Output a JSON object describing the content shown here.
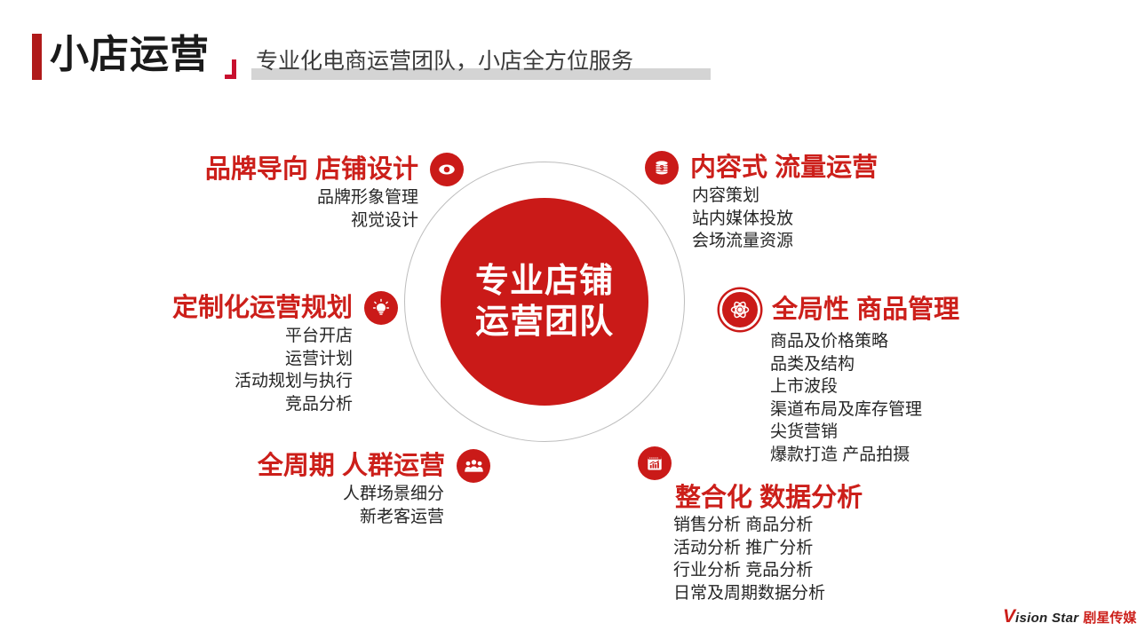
{
  "header": {
    "title": "小店运营",
    "subtitle": "专业化电商运营团队，小店全方位服务",
    "accent_color": "#b01a1a",
    "bracket_color": "#c8102e",
    "band_color": "#d4d4d4"
  },
  "center": {
    "line1": "专业店铺",
    "line2": "运营团队",
    "fill_color": "#ca1a18",
    "ring_color": "#bdbdbd"
  },
  "nodes": [
    {
      "id": "brand",
      "icon": "eye-icon",
      "title_part1": "品牌导向",
      "title_part2": "店铺设计",
      "subs": [
        "品牌形象管理",
        "视觉设计"
      ]
    },
    {
      "id": "content",
      "icon": "coins-icon",
      "title_part1": "内容式",
      "title_part2": "流量运营",
      "subs": [
        "内容策划",
        "站内媒体投放",
        "会场流量资源"
      ]
    },
    {
      "id": "custom",
      "icon": "lightbulb-icon",
      "title_part1": "定制化运营规划",
      "title_part2": "",
      "subs": [
        "平台开店",
        "运营计划",
        "活动规划与执行",
        "竞品分析"
      ]
    },
    {
      "id": "goods",
      "icon": "atom-icon",
      "title_part1": "全局性",
      "title_part2": "商品管理",
      "subs": [
        "商品及价格策略",
        "品类及结构",
        "上市波段",
        "渠道布局及库存管理",
        "尖货营销",
        "爆款打造 产品拍摄"
      ]
    },
    {
      "id": "crowd",
      "icon": "people-icon",
      "title_part1": "全周期",
      "title_part2": "人群运营",
      "subs": [
        "人群场景细分",
        "新老客运营"
      ]
    },
    {
      "id": "data",
      "icon": "chart-report-icon",
      "title_part1": "整合化",
      "title_part2": "数据分析",
      "subs": [
        "销售分析 商品分析",
        "活动分析 推广分析",
        "行业分析 竞品分析",
        "日常及周期数据分析"
      ]
    }
  ],
  "logo": {
    "initial": "V",
    "name_en": "ision Star",
    "name_cn": "剧星传媒",
    "accent_color": "#cc1f1a"
  }
}
